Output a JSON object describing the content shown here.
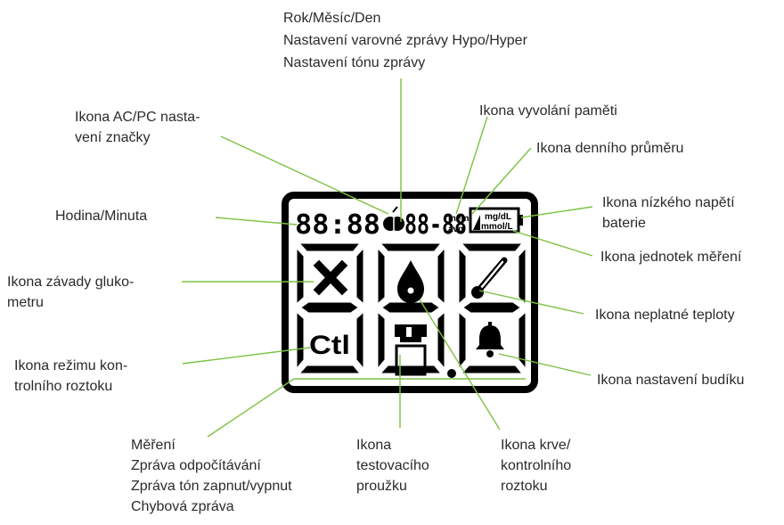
{
  "colors": {
    "leader": "#7dc242",
    "outline": "#000000",
    "text": "#2b2b2b"
  },
  "display": {
    "time_digits": "88:88",
    "date_digits": "88-88",
    "mem": "mem",
    "avg": "avg",
    "unit_mgdl": "mg/dL",
    "unit_mmol": "mmol/L",
    "ctl": "Ctl"
  },
  "icons": [
    "apple-icon",
    "x-error-icon",
    "blood-drop-icon",
    "thermometer-icon",
    "ctl-icon",
    "test-strip-icon",
    "bell-icon",
    "battery-icon"
  ],
  "labels": {
    "date_settings": "Rok/Měsíc/Den\nNastavení varovné zprávy Hypo/Hyper\nNastavení tónu zprávy",
    "acpc": "Ikona AC/PC nasta-\nvení značky",
    "memory": "Ikona vyvolání paměti",
    "daily_avg": "Ikona denního průměru",
    "low_battery": "Ikona nízkého napětí\nbaterie",
    "hour_minute": "Hodina/Minuta",
    "units": "Ikona jednotek měření",
    "meter_error": "Ikona závady gluko-\nmetru",
    "invalid_temp": "Ikona neplatné teploty",
    "control_mode": "Ikona režimu kon-\ntrolního roztoku",
    "alarm": "Ikona nastavení budíku",
    "measurement": "Měření\nZpráva odpočítávání\nZpráva tón zapnut/vypnut\nChybová zpráva",
    "strip": "Ikona\ntestovacího\nproužku",
    "blood": "Ikona krve/\nkontrolního\nroztoku"
  }
}
